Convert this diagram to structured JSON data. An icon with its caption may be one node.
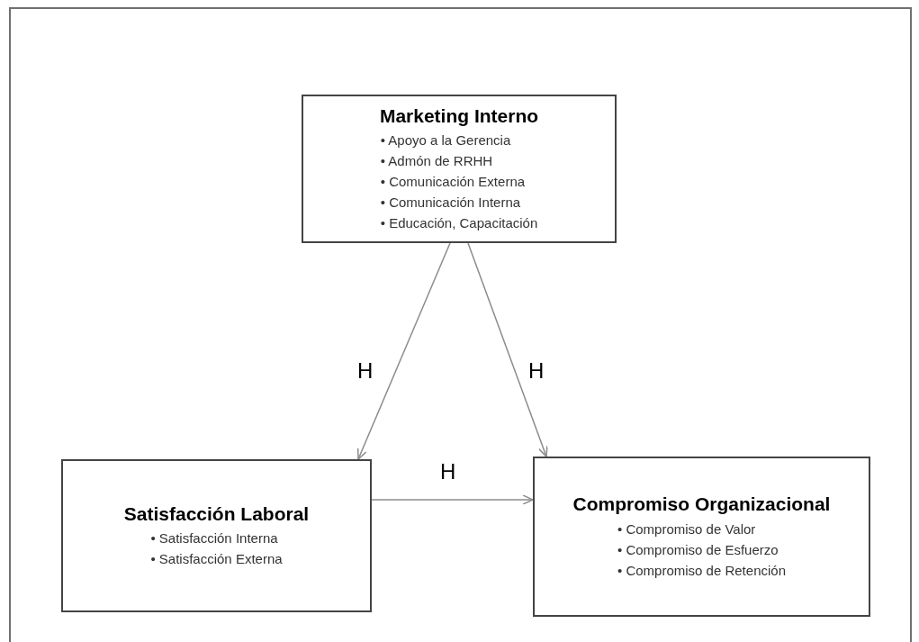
{
  "diagram": {
    "nodes": [
      {
        "text": [
          "Marketing Interno",
          "• Apoyo a la Gerencia",
          "• Admón de RRHH",
          "• Comunicación Externa",
          "• Comunicación Interna",
          "• Educación, Capacitación"
        ]
      },
      {
        "text": [
          "Satisfacción Laboral",
          "• Satisfacción Interna",
          "• Satisfacción Externa"
        ]
      },
      {
        "text": [
          "Compromiso Organizacional",
          "• Compromiso de Valor",
          "• Compromiso de Esfuerzo",
          "• Compromiso de Retención"
        ]
      }
    ],
    "edges": [
      {
        "from": 0,
        "to": 1,
        "arrow": "to",
        "label": "H"
      },
      {
        "from": 0,
        "to": 2,
        "arrow": "to",
        "label": "H"
      },
      {
        "from": 1,
        "to": 2,
        "arrow": "to",
        "label": "H"
      }
    ]
  }
}
